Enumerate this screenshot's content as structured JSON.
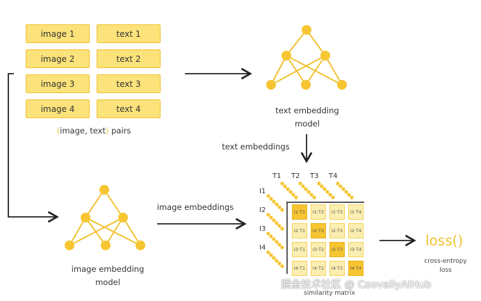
{
  "pairs": {
    "images": [
      "image 1",
      "image 2",
      "image 3",
      "image 4"
    ],
    "texts": [
      "text 1",
      "text 2",
      "text 3",
      "text 4"
    ],
    "caption_prefix": "(",
    "caption_image": "image, text",
    "caption_suffix": ")",
    "caption_rest": " pairs"
  },
  "text_model": {
    "line1": "text embedding",
    "line2": "model"
  },
  "image_model": {
    "line1": "image embedding",
    "line2": "model"
  },
  "labels": {
    "text_embeddings": "text embeddings",
    "image_embeddings": "image embeddings",
    "similarity_matrix": "similarity matrix",
    "loss": "loss()",
    "loss_sub1": "cross-entropy",
    "loss_sub2": "loss"
  },
  "matrix": {
    "t_labels": [
      "T1",
      "T2",
      "T3",
      "T4"
    ],
    "i_labels": [
      "I1",
      "I2",
      "I3",
      "I4"
    ]
  },
  "watermark": "掘金技术社区 @ CoovallyAIHub"
}
